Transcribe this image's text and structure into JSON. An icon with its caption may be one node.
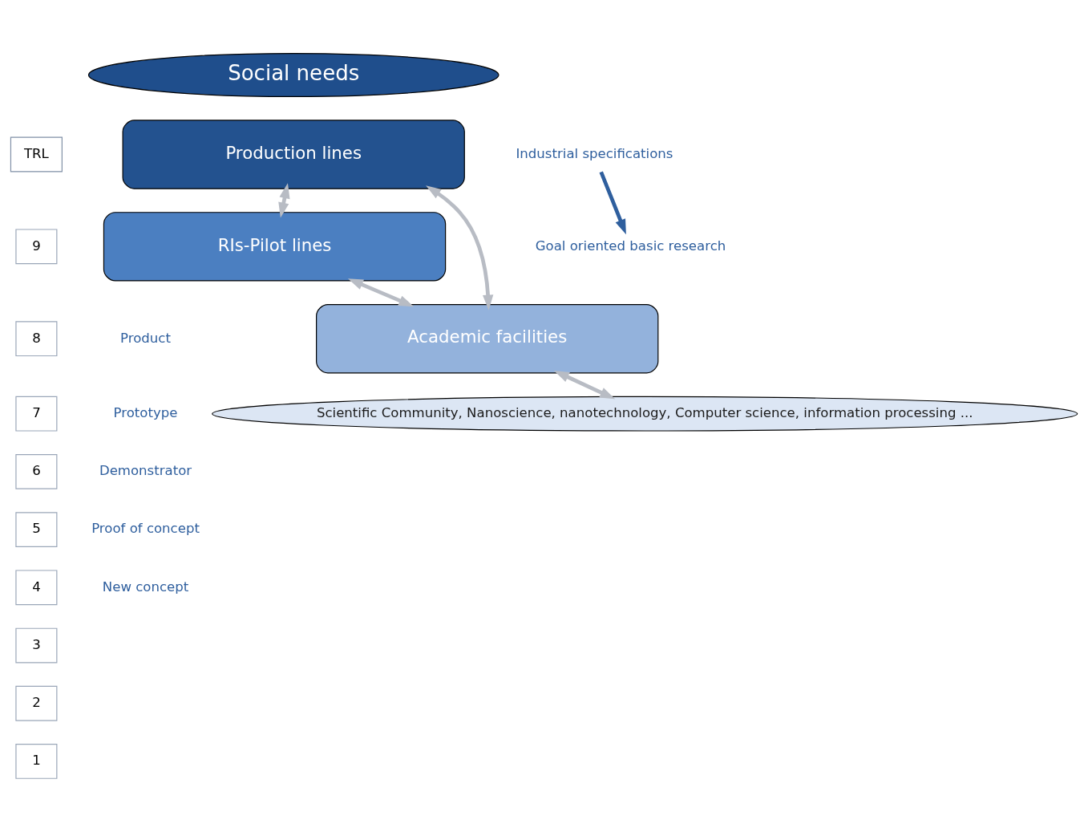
{
  "diagram": {
    "nodes": [
      {
        "text": [
          "Social needs"
        ]
      },
      {
        "text": [
          "TRL"
        ]
      },
      {
        "text": [
          "9"
        ]
      },
      {
        "text": [
          "8"
        ]
      },
      {
        "text": [
          "7"
        ]
      },
      {
        "text": [
          "6"
        ]
      },
      {
        "text": [
          "5"
        ]
      },
      {
        "text": [
          "4"
        ]
      },
      {
        "text": [
          "3"
        ]
      },
      {
        "text": [
          "2"
        ]
      },
      {
        "text": [
          "1"
        ]
      },
      {
        "text": [
          "Production lines"
        ]
      },
      {
        "text": [
          "RIs-Pilot lines"
        ]
      },
      {
        "text": [
          "Academic facilities"
        ]
      },
      {
        "text": [
          "Scientific Community, Nanoscience, nanotechnology, Computer science, information processing ..."
        ]
      },
      {
        "text": [
          "Industrial specifications"
        ]
      },
      {
        "text": [
          "Goal oriented basic research"
        ]
      }
    ],
    "edges": [
      {
        "from": 15,
        "to": 16,
        "arrow": "to",
        "color": "#2f5f9e"
      },
      {
        "from": 11,
        "to": 12,
        "arrow": "both"
      },
      {
        "from": 12,
        "to": 13,
        "arrow": "both"
      },
      {
        "from": 13,
        "to": 14,
        "arrow": "both"
      },
      {
        "from": 11,
        "to": 13,
        "arrow": "both"
      }
    ],
    "labels": [
      "Product",
      "Prototype",
      "Demonstrator",
      "Proof of concept",
      "New concept"
    ]
  }
}
